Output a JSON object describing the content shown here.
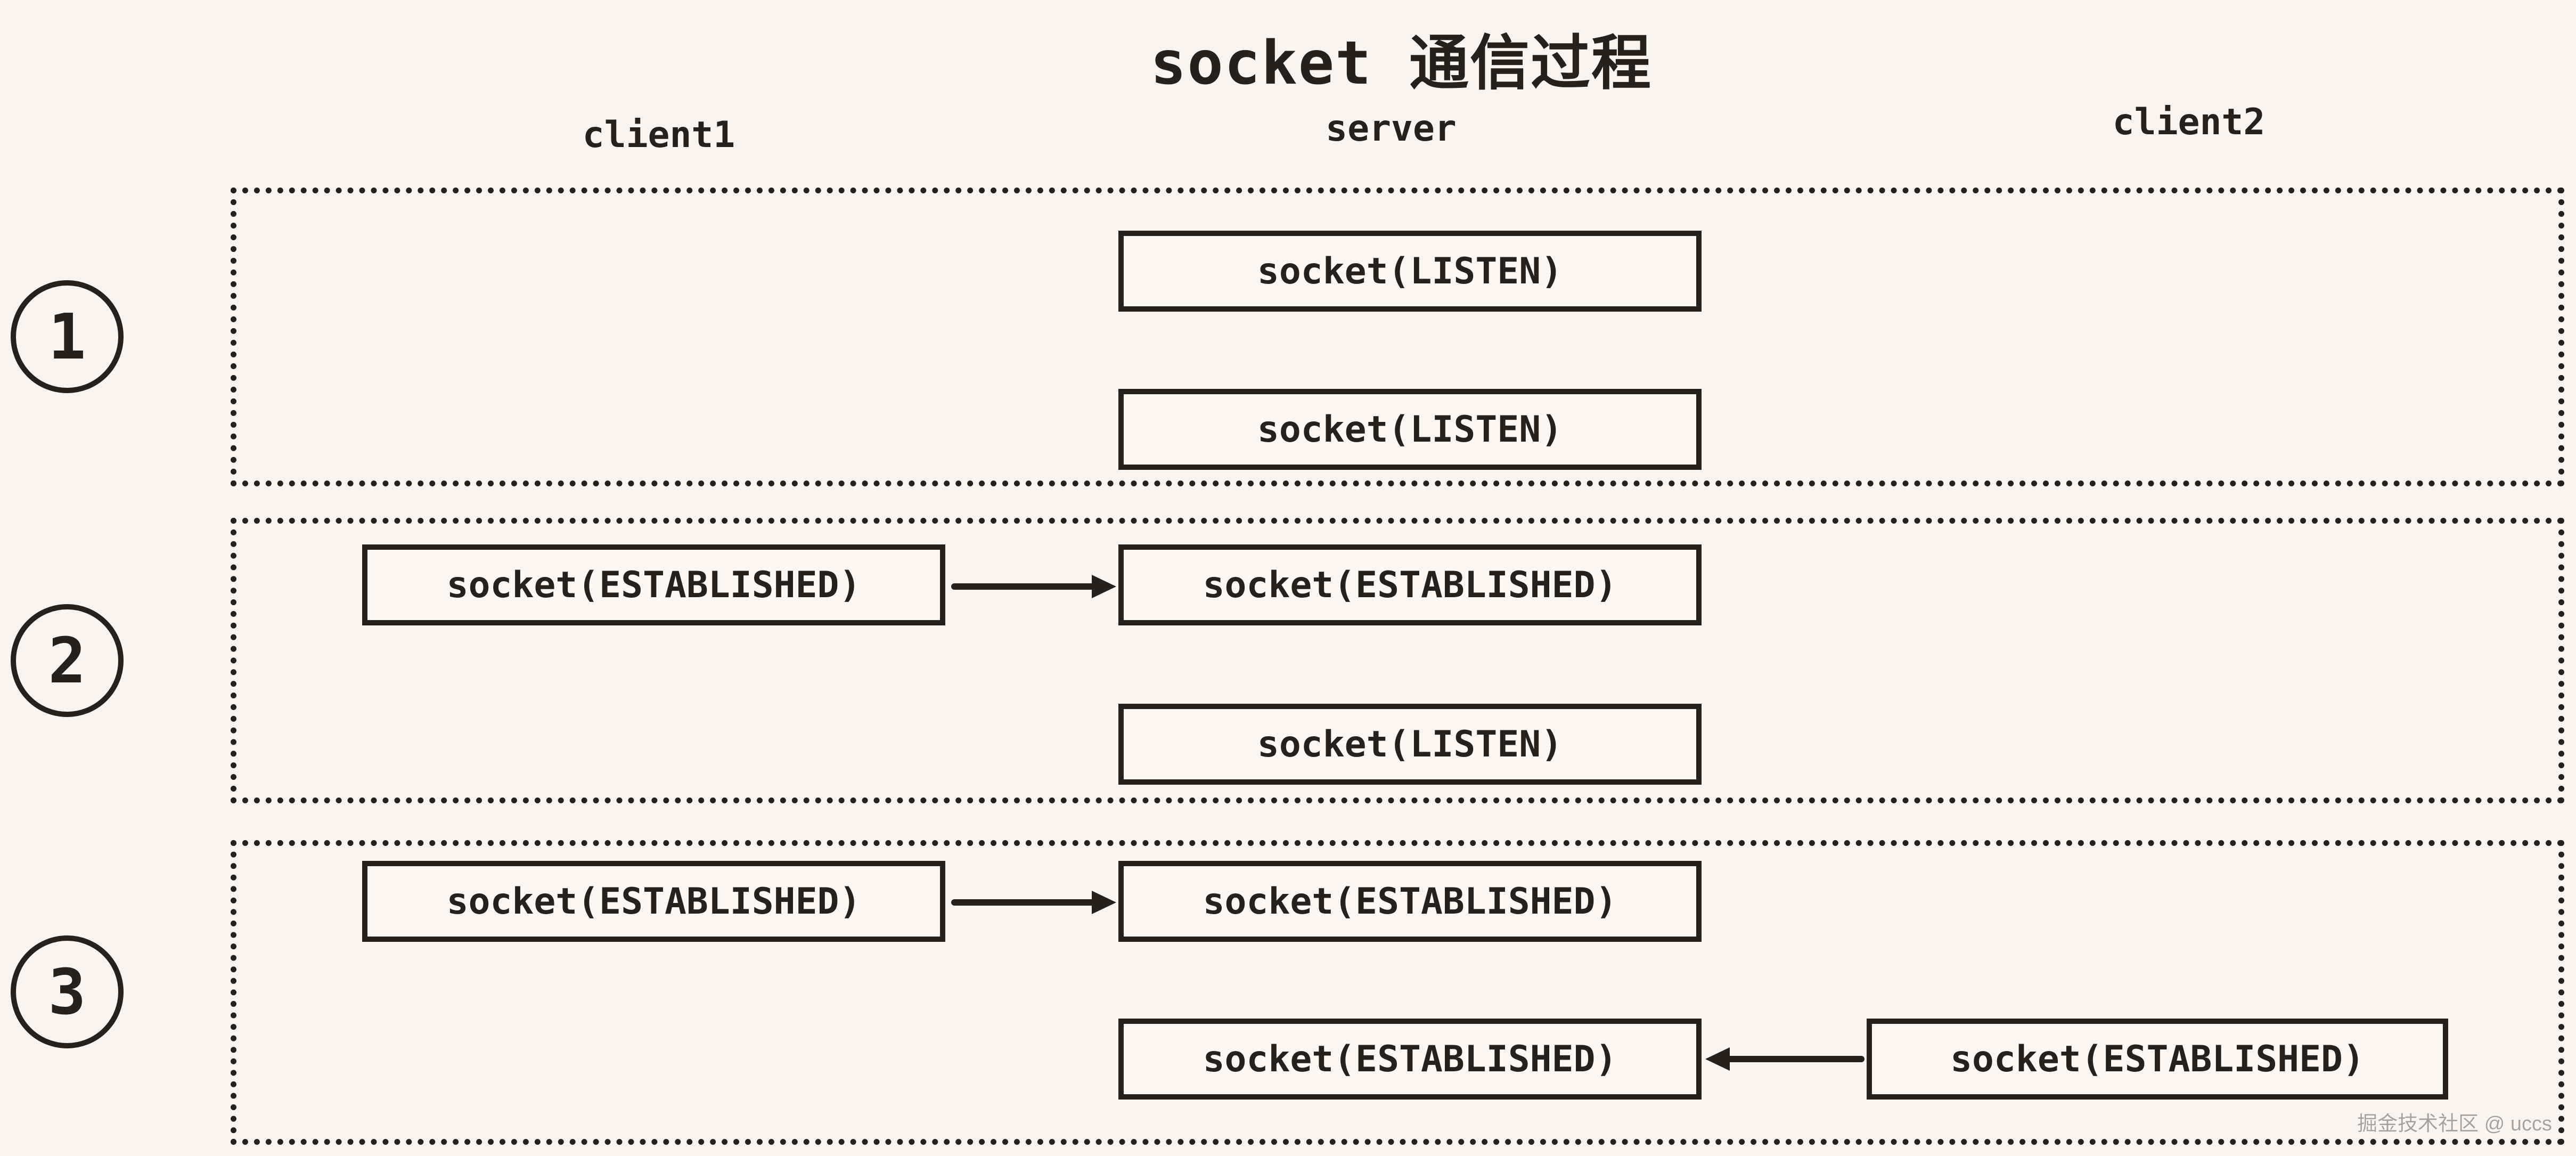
{
  "title": "socket 通信过程",
  "columns": [
    {
      "label": "client1"
    },
    {
      "label": "server"
    },
    {
      "label": "client2"
    }
  ],
  "stages": [
    {
      "number": "1",
      "boxes": [
        {
          "label": "socket(LISTEN)"
        },
        {
          "label": "socket(LISTEN)"
        }
      ]
    },
    {
      "number": "2",
      "boxes": [
        {
          "label": "socket(ESTABLISHED)"
        },
        {
          "label": "socket(ESTABLISHED)"
        },
        {
          "label": "socket(LISTEN)"
        }
      ]
    },
    {
      "number": "3",
      "boxes": [
        {
          "label": "socket(ESTABLISHED)"
        },
        {
          "label": "socket(ESTABLISHED)"
        },
        {
          "label": "socket(ESTABLISHED)"
        },
        {
          "label": "socket(ESTABLISHED)"
        }
      ]
    }
  ],
  "watermark": "掘金技术社区 @ uccs",
  "colors": {
    "background": "#f8f4ef",
    "ink": "#26211d",
    "box_fill": "#fbf8f3",
    "watermark_text": "#a9a29a"
  }
}
